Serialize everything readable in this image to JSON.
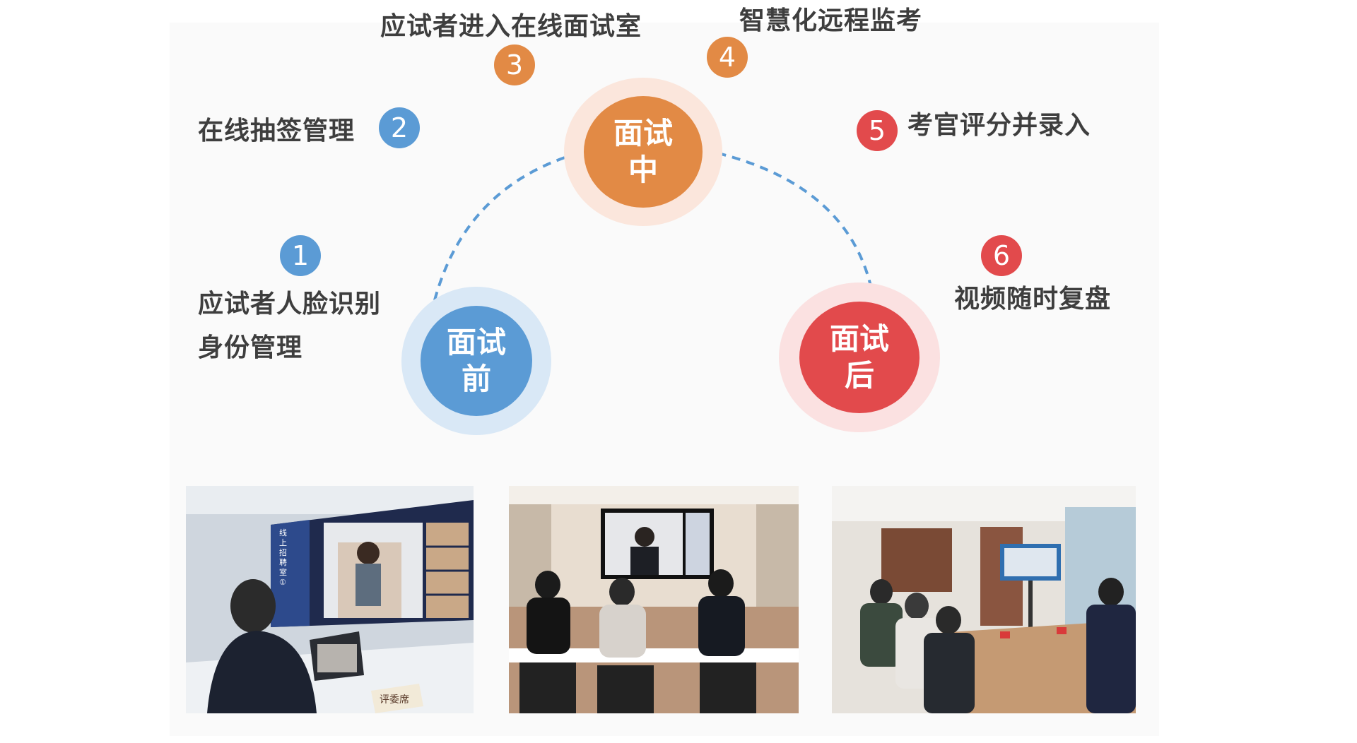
{
  "phases": {
    "before": {
      "line1": "面试",
      "line2": "前",
      "color": "#5b9bd5",
      "halo": "#d9e8f6"
    },
    "during": {
      "line1": "面试",
      "line2": "中",
      "color": "#e28a45",
      "halo": "#fbe6dc"
    },
    "after": {
      "line1": "面试",
      "line2": "后",
      "color": "#e24a4c",
      "halo": "#fbe1e1"
    }
  },
  "steps": [
    {
      "num": "1",
      "line1": "应试者人脸识别",
      "line2": "身份管理"
    },
    {
      "num": "2",
      "label": "在线抽签管理"
    },
    {
      "num": "3",
      "label": "应试者进入在线面试室"
    },
    {
      "num": "4",
      "label": "智慧化远程监考"
    },
    {
      "num": "5",
      "label": "考官评分并录入"
    },
    {
      "num": "6",
      "label": "视频随时复盘"
    }
  ],
  "photos": {
    "p1": {
      "wall_text": "线上招聘室①",
      "desk_sign": "评委席"
    }
  },
  "colors": {
    "arc": "#5b9bd5",
    "label": "#3e3e3e"
  }
}
